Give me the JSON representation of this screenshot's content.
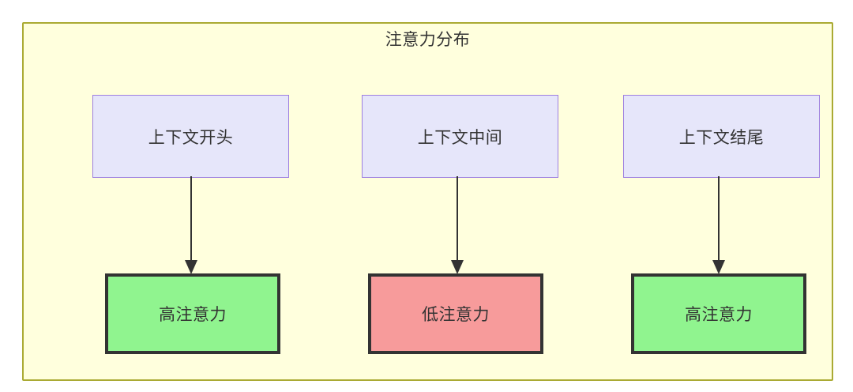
{
  "diagram": {
    "title": "注意力分布",
    "type": "flowchart",
    "orientation": "top-down",
    "container": {
      "background_color": "#ffffdd",
      "border_color": "#aaaa33"
    },
    "columns": [
      {
        "id": "col-begin",
        "source": {
          "label": "上下文开头",
          "fill": "#e6e6fa",
          "stroke": "#9d7fe0"
        },
        "target": {
          "label": "高注意力",
          "fill": "#90f48f",
          "stroke": "#333333",
          "level": "high"
        },
        "edge": {
          "arrowhead": "solid-triangle",
          "stroke": "#333333"
        }
      },
      {
        "id": "col-middle",
        "source": {
          "label": "上下文中间",
          "fill": "#e6e6fa",
          "stroke": "#9d7fe0"
        },
        "target": {
          "label": "低注意力",
          "fill": "#f79b9b",
          "stroke": "#333333",
          "level": "low"
        },
        "edge": {
          "arrowhead": "solid-triangle",
          "stroke": "#333333"
        }
      },
      {
        "id": "col-end",
        "source": {
          "label": "上下文结尾",
          "fill": "#e6e6fa",
          "stroke": "#9d7fe0"
        },
        "target": {
          "label": "高注意力",
          "fill": "#90f48f",
          "stroke": "#333333",
          "level": "high"
        },
        "edge": {
          "arrowhead": "solid-triangle",
          "stroke": "#333333"
        }
      }
    ]
  }
}
